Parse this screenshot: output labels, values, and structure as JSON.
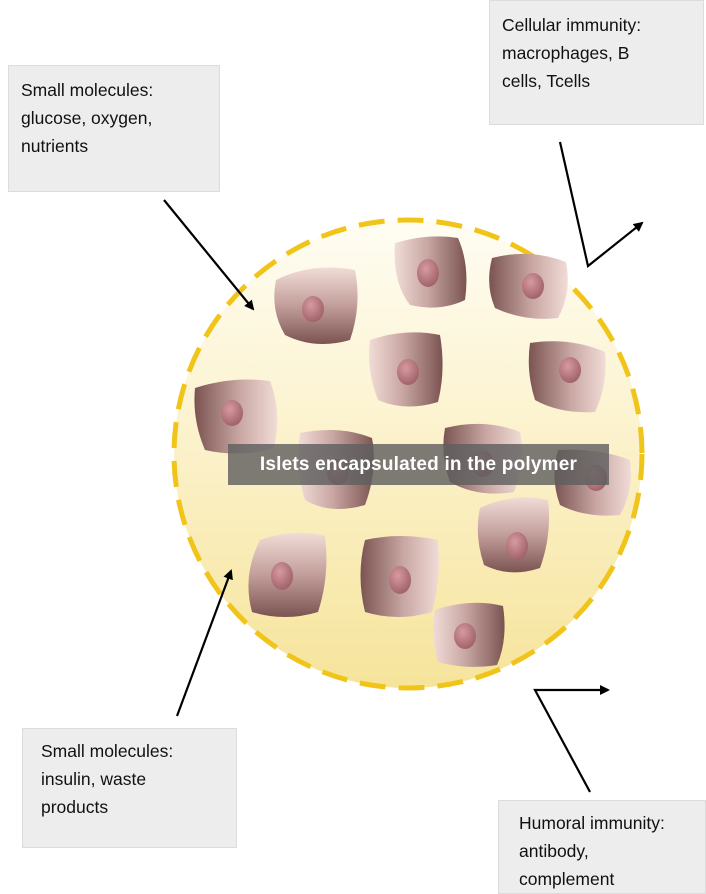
{
  "labels": {
    "small_molecules_in": "Small molecules:\nglucose, oxygen,\nnutrients",
    "cellular_immunity": "Cellular immunity:\nmacrophages, B\ncells, Tcells",
    "small_molecules_out": "Small molecules:\ninsulin, waste\nproducts",
    "humoral_immunity": "Humoral immunity:\nantibody,\ncomplement",
    "center": "Islets encapsulated in the polymer"
  },
  "colors": {
    "capsule_fill_top": "#fdf8e6",
    "capsule_fill_bottom": "#f7e9a4",
    "capsule_border": "#f0c419",
    "cell_dark": "#7d5654",
    "cell_light": "#ecd5d0",
    "nucleus": "#b97a80",
    "arrow": "#000000"
  }
}
